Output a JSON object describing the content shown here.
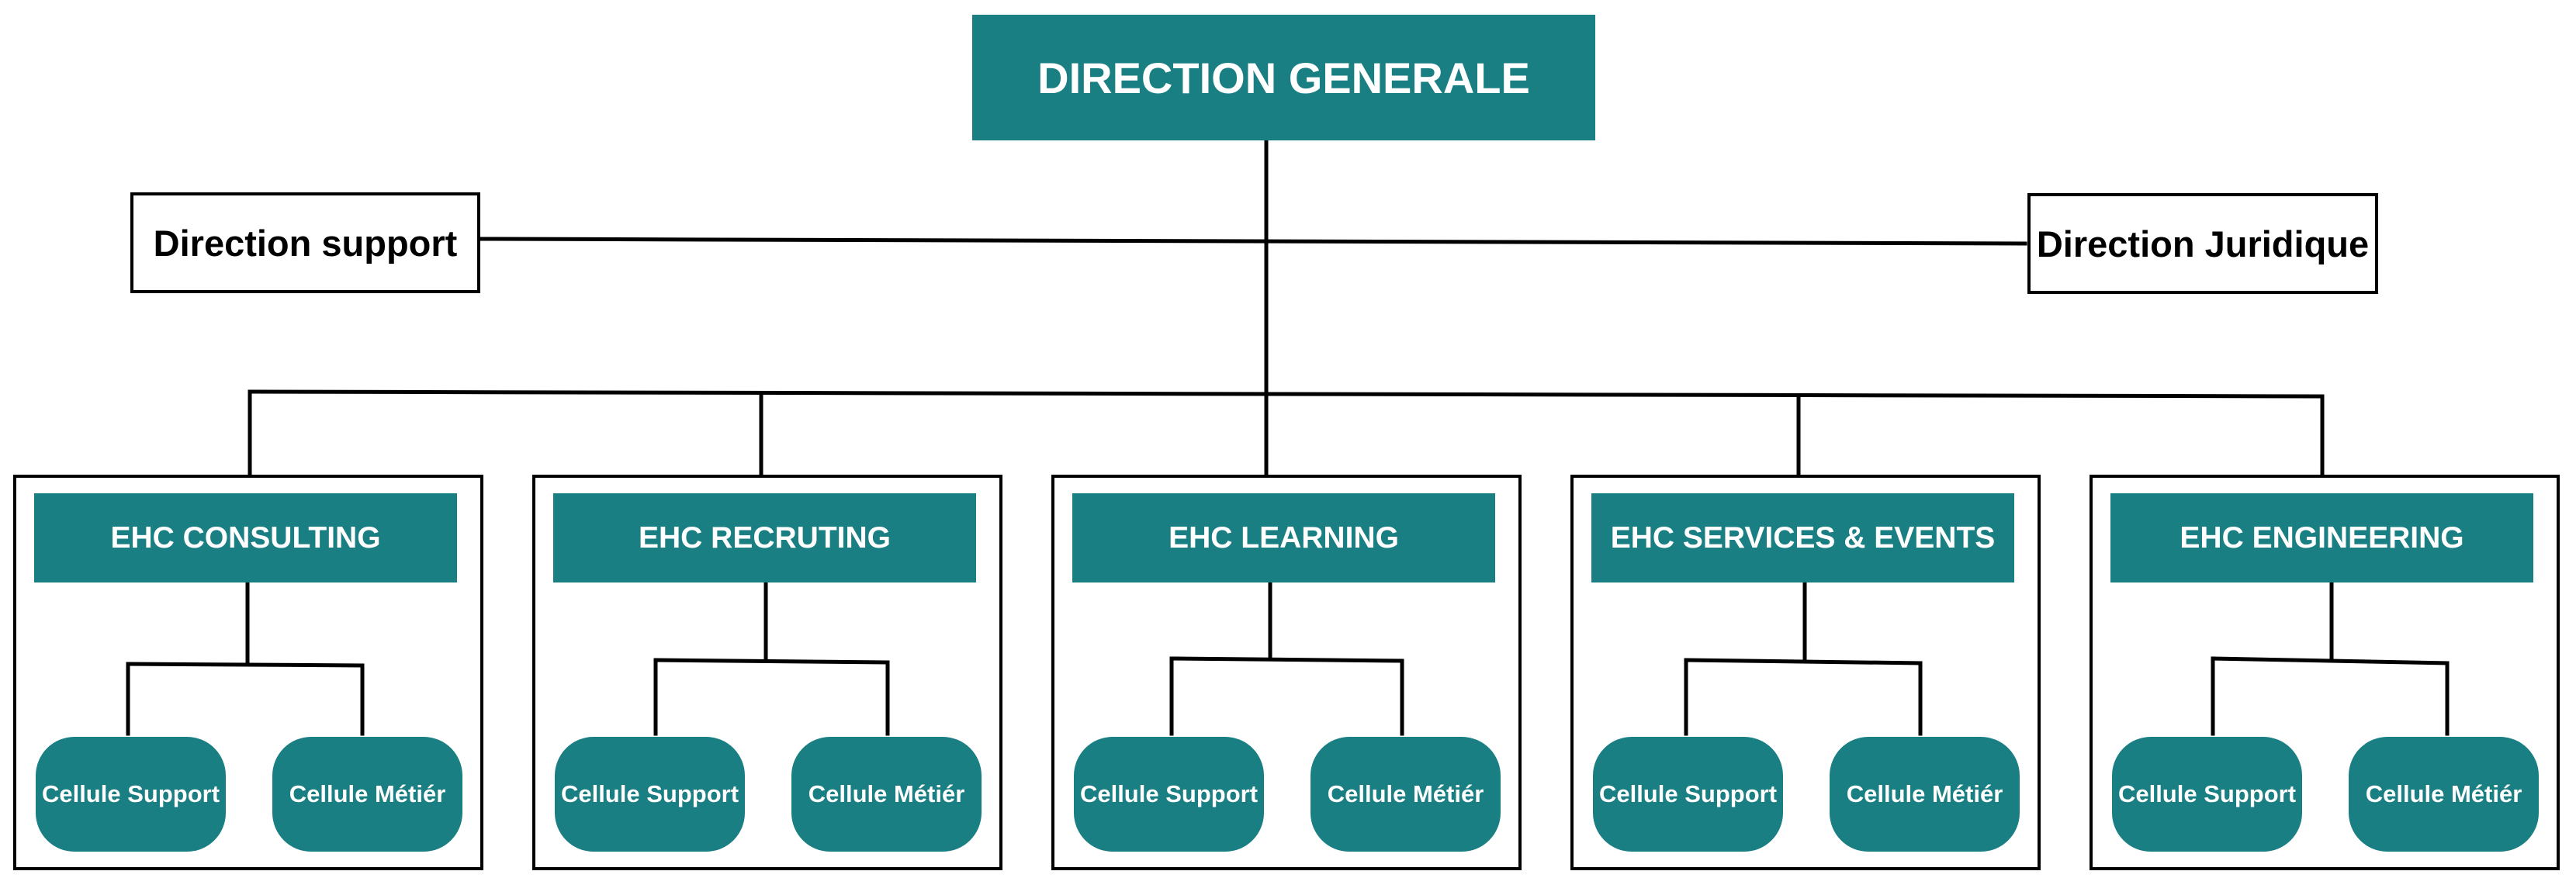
{
  "colors": {
    "accent": "#1a7f83",
    "line": "#000000"
  },
  "direction_generale": {
    "label": "DIRECTION GENERALE"
  },
  "direction_support": {
    "label": "Direction support"
  },
  "direction_juridique": {
    "label": "Direction Juridique"
  },
  "departments": [
    {
      "title": "EHC CONSULTING",
      "cells": [
        "Cellule Support",
        "Cellule Métiér"
      ]
    },
    {
      "title": "EHC RECRUTING",
      "cells": [
        "Cellule Support",
        "Cellule Métiér"
      ]
    },
    {
      "title": "EHC LEARNING",
      "cells": [
        "Cellule Support",
        "Cellule Métiér"
      ]
    },
    {
      "title": "EHC SERVICES & EVENTS",
      "cells": [
        "Cellule Support",
        "Cellule Métiér"
      ]
    },
    {
      "title": "EHC ENGINEERING",
      "cells": [
        "Cellule Support",
        "Cellule Métiér"
      ]
    }
  ]
}
